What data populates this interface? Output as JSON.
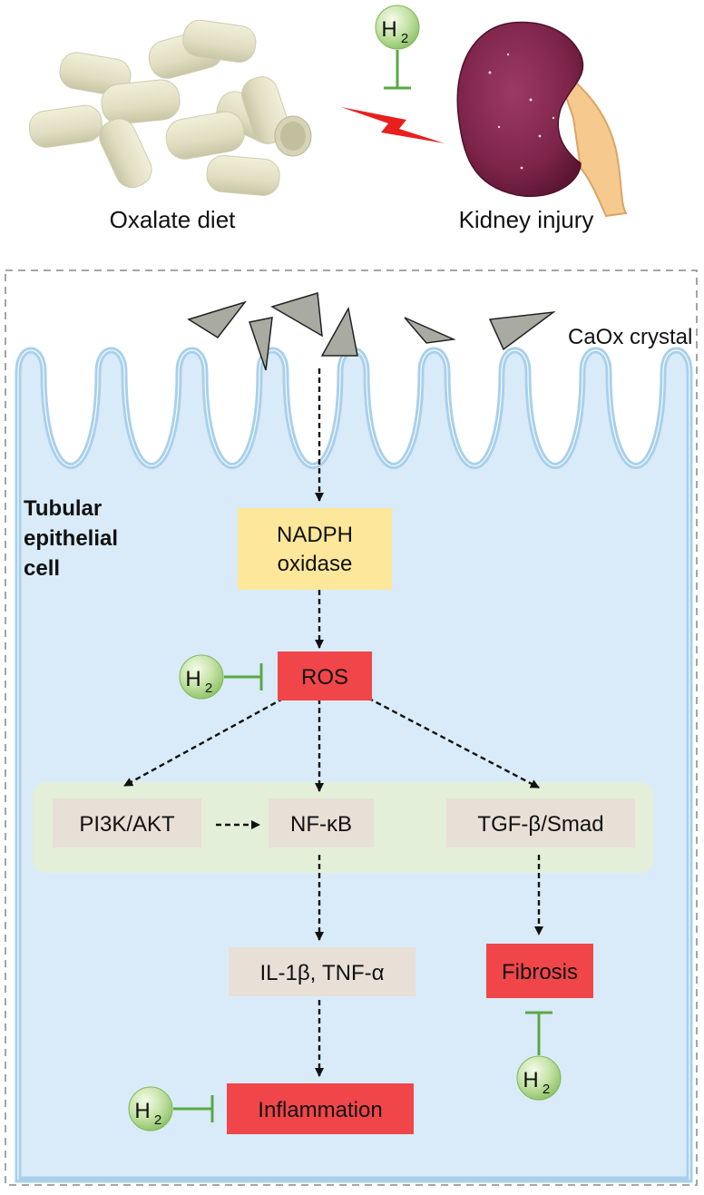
{
  "top": {
    "left_caption": "Oxalate diet",
    "right_caption": "Kidney injury",
    "h2_symbol": "H",
    "h2_subscript": "2"
  },
  "cell": {
    "label_lines": [
      "Tubular",
      "epithelial",
      "cell"
    ],
    "crystal_label": "CaOx crystal"
  },
  "nodes": {
    "nadph_line1": "NADPH",
    "nadph_line2": "oxidase",
    "ros": "ROS",
    "pi3k": "PI3K/AKT",
    "nfkb": "NF-κB",
    "tgfb": "TGF-β/Smad",
    "cytokines": "IL-1β, TNF-α",
    "fibrosis": "Fibrosis",
    "inflammation": "Inflammation"
  },
  "colors": {
    "membrane": "#a8d0ec",
    "cell_fill": "#d9ebf8",
    "nadph_fill": "#fde79a",
    "red_fill": "#f0464a",
    "beige_fill": "#e8dfd6",
    "band_fill": "#e3efd9",
    "inhibit_green": "#5aa845",
    "crystal": "#a9aba2",
    "bolt": "#e8201d"
  }
}
